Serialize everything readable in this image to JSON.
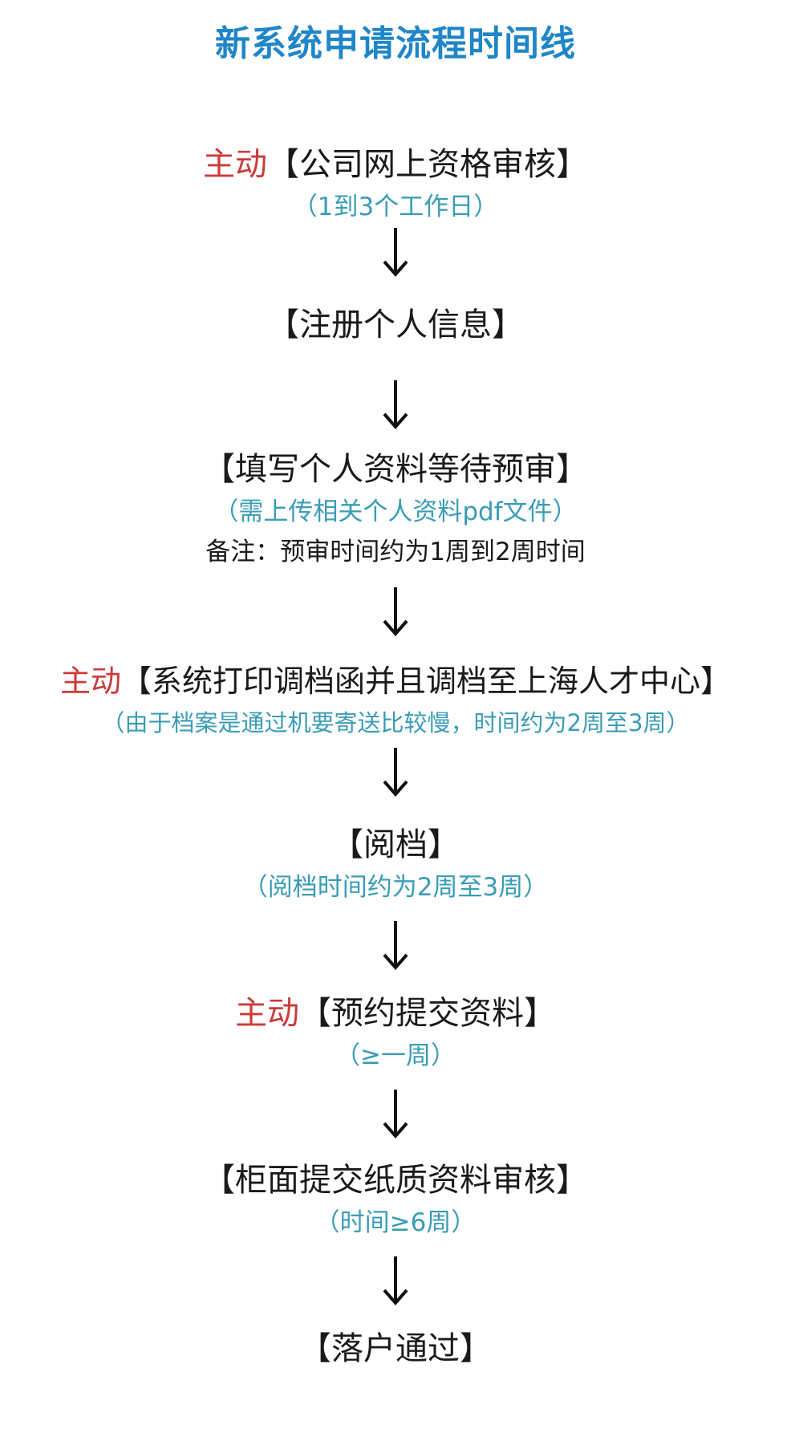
{
  "title": "新系统申请流程时间线",
  "steps": [
    {
      "active": "主动",
      "name": "【公司网上资格审核】",
      "note": "（1到3个工作日）"
    },
    {
      "name": "【注册个人信息】"
    },
    {
      "name": "【填写个人资料等待预审】",
      "note": "（需上传相关个人资料pdf文件）",
      "remark": "备注：预审时间约为1周到2周时间"
    },
    {
      "active": "主动",
      "name": "【系统打印调档函并且调档至上海人才中心】",
      "note": "（由于档案是通过机要寄送比较慢，时间约为2周至3周）"
    },
    {
      "name": "【阅档】",
      "note": "（阅档时间约为2周至3周）"
    },
    {
      "active": "主动",
      "name": "【预约提交资料】",
      "note": "（≥一周）"
    },
    {
      "name": "【柜面提交纸质资料审核】",
      "note": "（时间≥6周）"
    },
    {
      "name": "【落户通过】"
    }
  ],
  "colors": {
    "title": "#1f86c8",
    "active": "#cc3a3a",
    "note": "#3a9cb5",
    "text": "#1a1a1a"
  },
  "connector_icon": "down-arrow-icon"
}
